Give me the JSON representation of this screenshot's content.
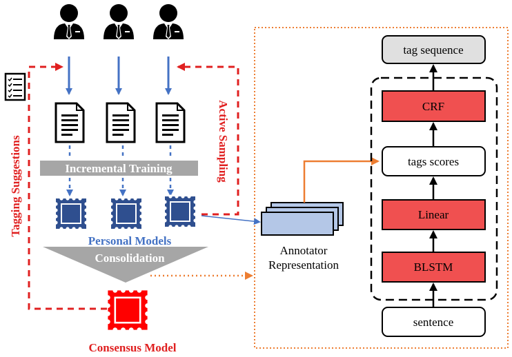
{
  "labels": {
    "incremental_training": "Incremental Training",
    "personal_models": "Personal Models",
    "consolidation": "Consolidation",
    "consensus_model": "Consensus Model",
    "tagging_suggestions": "Tagging Suggestions",
    "active_sampling": "Active Sampling",
    "annotator_line1": "Annotator",
    "annotator_line2": "Representation"
  },
  "model_stack": {
    "tag_sequence": "tag sequence",
    "crf": "CRF",
    "tags_scores": "tags scores",
    "linear": "Linear",
    "blstm": "BLSTM",
    "sentence": "sentence"
  },
  "colors": {
    "blue": "#4472c4",
    "red": "#e02020",
    "orange": "#ed7d31",
    "gray_bar": "#a6a6a6",
    "navy_stamp": "#2f4f8f",
    "layer_red": "#f05050"
  },
  "icons": [
    "annotator-person-icon",
    "document-icon",
    "stamp-icon",
    "checklist-icon"
  ]
}
